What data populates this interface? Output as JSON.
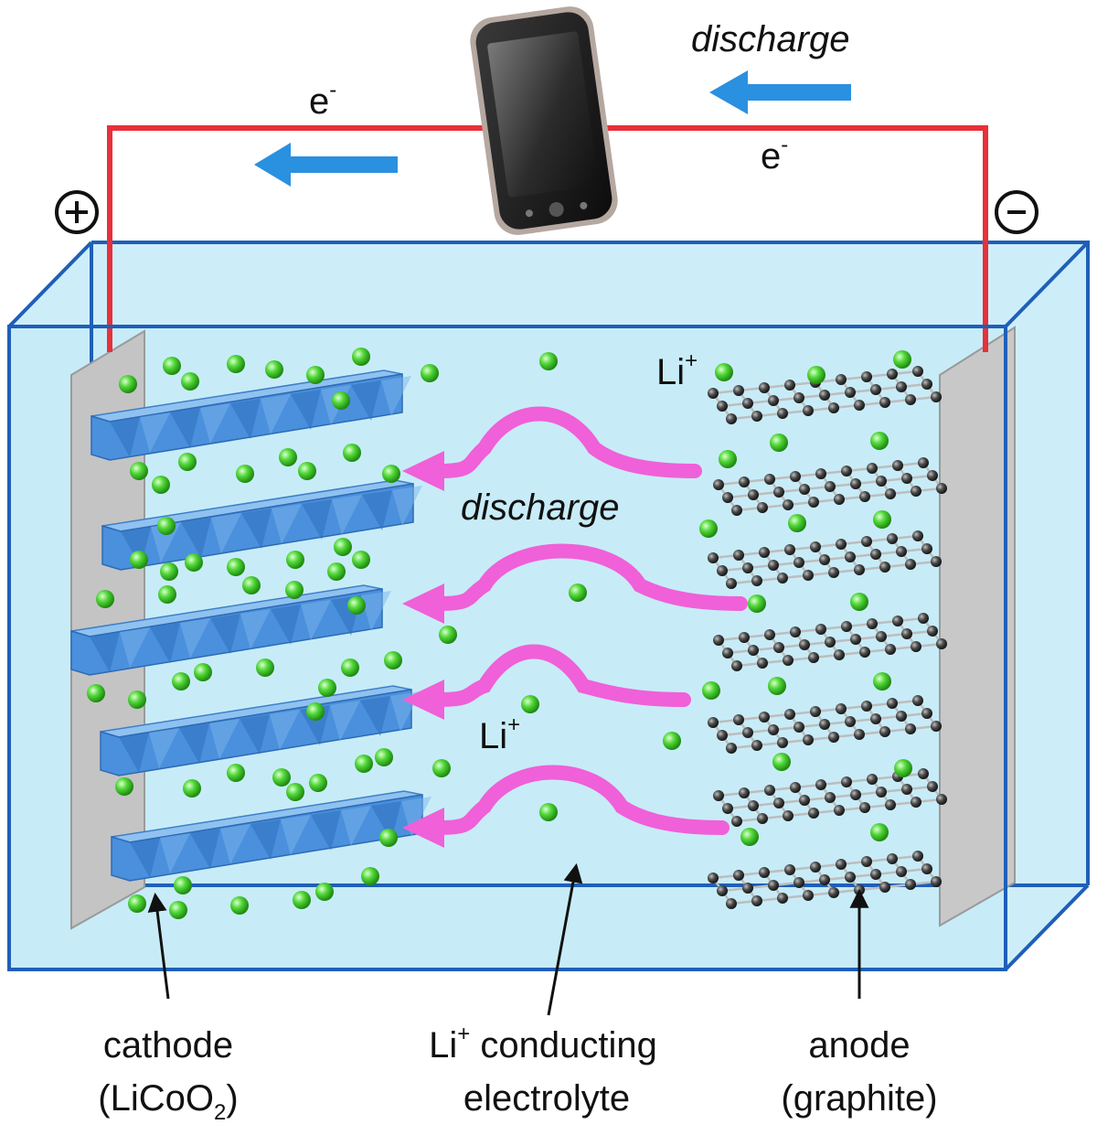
{
  "diagram": {
    "top_direction_label": "discharge",
    "middle_direction_label": "discharge",
    "electron_left": {
      "base": "e",
      "sup": "-"
    },
    "electron_right": {
      "base": "e",
      "sup": "-"
    },
    "terminal_positive": "+",
    "terminal_negative": "-",
    "ion_top": {
      "base": "Li",
      "sup": "+"
    },
    "ion_mid": {
      "base": "Li",
      "sup": "+"
    },
    "labels": {
      "cathode_line1": "cathode",
      "cathode_line2_a": "(LiCoO",
      "cathode_line2_sub": "2",
      "cathode_line2_b": ")",
      "electrolyte_line1_base": "Li",
      "electrolyte_line1_sup": "+",
      "electrolyte_line1_rest": " conducting",
      "electrolyte_line2": "electrolyte",
      "anode_line1": "anode",
      "anode_line2": "(graphite)"
    },
    "colors": {
      "wire": "#e8303a",
      "box_edge": "#1f5fb8",
      "electrolyte": "#c8ecf8",
      "cathode_layer": "#5b9fe0",
      "ion": "#3fcf2a",
      "ion_path": "#f060d8",
      "electron_arrow": "#2a90e0",
      "collector": "#c8c8c8",
      "graphite_atom": "#3a3a3a"
    },
    "icons": [
      "phone-icon",
      "plus-circle-icon",
      "minus-circle-icon"
    ]
  }
}
